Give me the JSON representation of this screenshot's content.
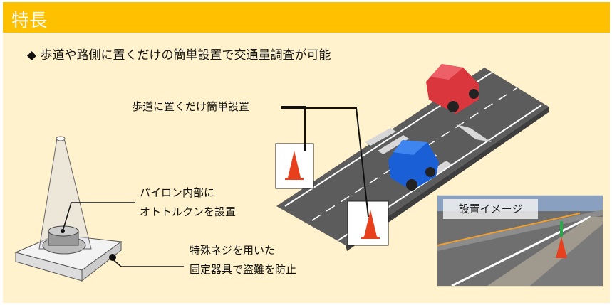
{
  "header": {
    "title": "特長"
  },
  "bullet": {
    "marker": "◆",
    "text": "歩道や路側に置くだけの簡単設置で交通量調査が可能"
  },
  "callouts": {
    "road": "歩道に置くだけ簡単設置",
    "inside_1": "パイロン内部に",
    "inside_2": "オトトルクンを設置",
    "screw_1": "特殊ネジを用いた",
    "screw_2": "固定器具で盗難を防止"
  },
  "photo": {
    "caption": "設置イメージ"
  },
  "colors": {
    "header": "#FFC000",
    "background": "#FFF2CC",
    "road": "#5a5a5a",
    "car_red": "#d9363e",
    "car_blue": "#1a5fd6",
    "cone": "#e8401c"
  }
}
